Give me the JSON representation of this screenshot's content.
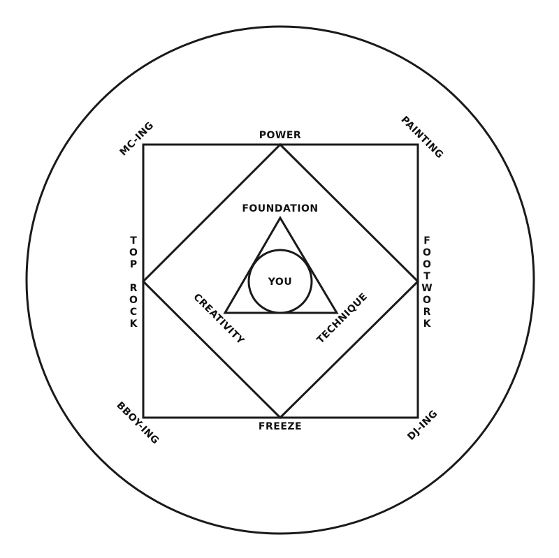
{
  "diagram": {
    "corners": {
      "top_left": "MC-ING",
      "top_right": "PAINTING",
      "bottom_left": "BBOY-ING",
      "bottom_right": "DJ-ING"
    },
    "square_sides": {
      "top": "POWER",
      "bottom": "FREEZE",
      "left": "TOP ROCK",
      "right": "FOOTWORK"
    },
    "triangle_sides": {
      "top": "FOUNDATION",
      "left": "CREATIVITY",
      "right": "TECHNIQUE"
    },
    "center": "YOU",
    "colors": {
      "stroke": "#1a1a1a",
      "background": "#ffffff"
    }
  }
}
